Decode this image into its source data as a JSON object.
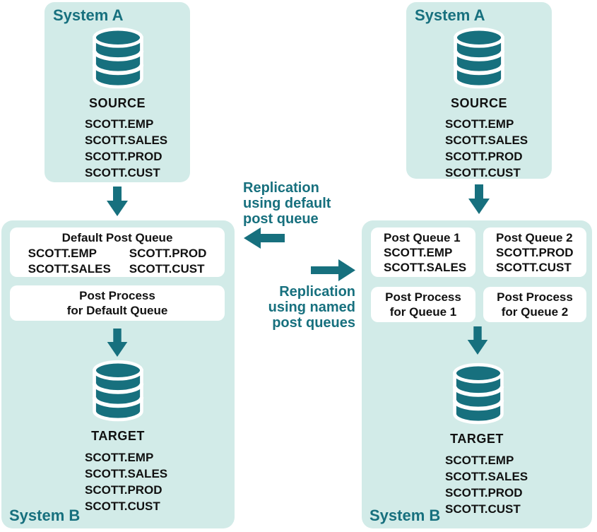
{
  "colors": {
    "teal": "#17707e",
    "panel_bg": "#d2ebe8",
    "box_bg": "#ffffff",
    "text": "#111111"
  },
  "left_flow": {
    "system_a": {
      "title": "System A",
      "db_label": "SOURCE",
      "tables": [
        "SCOTT.EMP",
        "SCOTT.SALES",
        "SCOTT.PROD",
        "SCOTT.CUST"
      ]
    },
    "system_b": {
      "title": "System B",
      "queue_box": {
        "title": "Default Post Queue",
        "col1": [
          "SCOTT.EMP",
          "SCOTT.SALES"
        ],
        "col2": [
          "SCOTT.PROD",
          "SCOTT.CUST"
        ]
      },
      "process_box": {
        "lines": [
          "Post Process",
          "for Default Queue"
        ]
      },
      "db_label": "TARGET",
      "tables": [
        "SCOTT.EMP",
        "SCOTT.SALES",
        "SCOTT.PROD",
        "SCOTT.CUST"
      ]
    }
  },
  "right_flow": {
    "system_a": {
      "title": "System A",
      "db_label": "SOURCE",
      "tables": [
        "SCOTT.EMP",
        "SCOTT.SALES",
        "SCOTT.PROD",
        "SCOTT.CUST"
      ]
    },
    "system_b": {
      "title": "System B",
      "queue_boxes": [
        {
          "title": "Post Queue 1",
          "tables": [
            "SCOTT.EMP",
            "SCOTT.SALES"
          ]
        },
        {
          "title": "Post Queue 2",
          "tables": [
            "SCOTT.PROD",
            "SCOTT.CUST"
          ]
        }
      ],
      "process_boxes": [
        {
          "lines": [
            "Post Process",
            "for Queue 1"
          ]
        },
        {
          "lines": [
            "Post Process",
            "for Queue 2"
          ]
        }
      ],
      "db_label": "TARGET",
      "tables": [
        "SCOTT.EMP",
        "SCOTT.SALES",
        "SCOTT.PROD",
        "SCOTT.CUST"
      ]
    }
  },
  "middle": {
    "default_label_lines": [
      "Replication",
      "using default",
      "post queue"
    ],
    "named_label_lines": [
      "Replication",
      "using named",
      "post queues"
    ]
  }
}
